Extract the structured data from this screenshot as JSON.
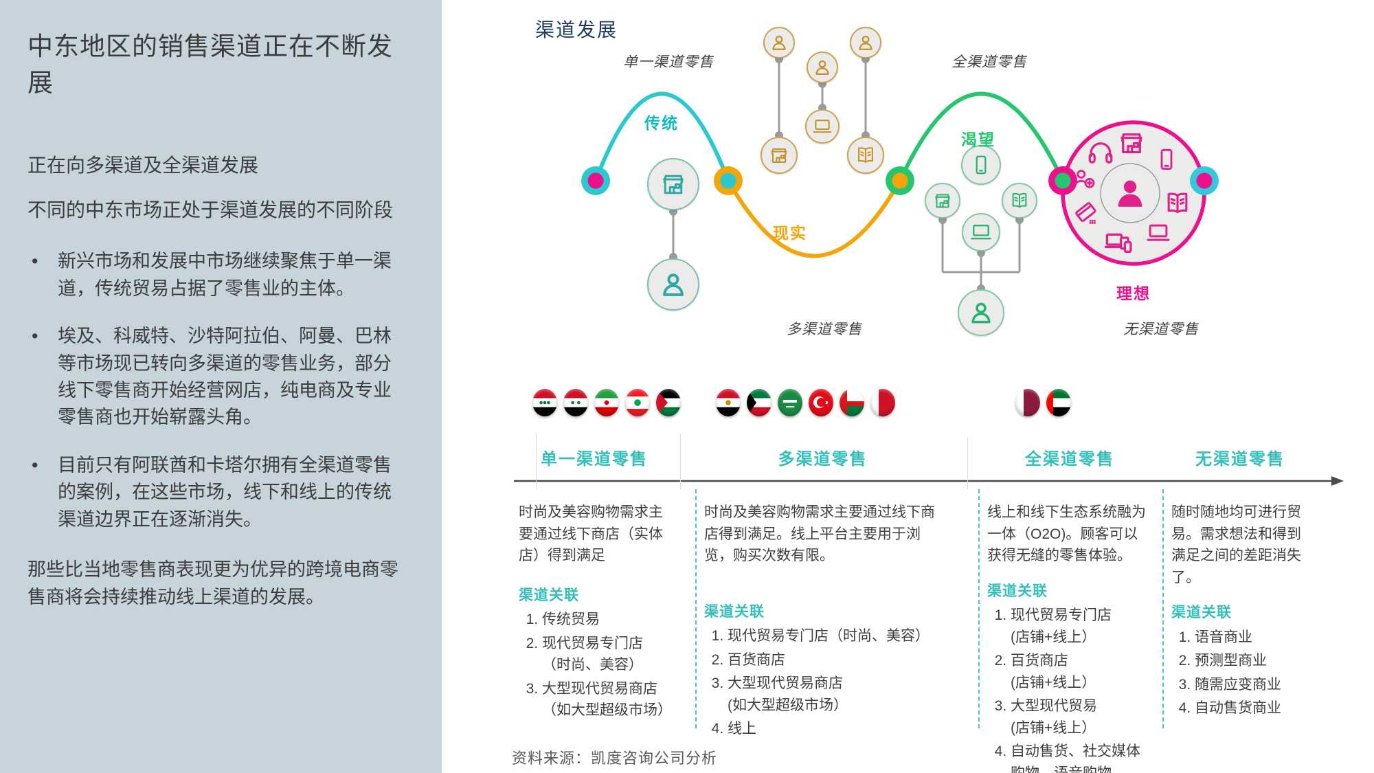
{
  "sidebar": {
    "title": "中东地区的销售渠道正在不断发展",
    "subtitle1": "正在向多渠道及全渠道发展",
    "subtitle2": "不同的中东市场正处于渠道发展的不同阶段",
    "bullets": [
      "新兴市场和发展中市场继续聚焦于单一渠道，传统贸易占据了零售业的主体。",
      "埃及、科威特、沙特阿拉伯、阿曼、巴林等市场现已转向多渠道的零售业务，部分线下零售商开始经营网店，纯电商及专业零售商也开始崭露头角。",
      "目前只有阿联酋和卡塔尔拥有全渠道零售的案例，在这些市场，线下和线上的传统渠道边界正在逐渐消失。"
    ],
    "closing": "那些比当地零售商表现更为优异的跨境电商零售商将会持续推动线上渠道的发展。"
  },
  "diagram": {
    "title": "渠道发展",
    "captions": {
      "single": "单一渠道零售",
      "omni": "全渠道零售",
      "multi": "多渠道零售",
      "nochannel": "无渠道零售"
    },
    "arc_labels": {
      "traditional": "传统",
      "reality": "现实",
      "aspiration": "渴望",
      "ideal": "理想"
    },
    "colors": {
      "teal": "#2bc9ce",
      "orange": "#f5a50a",
      "green": "#26c66f",
      "magenta": "#ec108d",
      "cyan": "#35c8dc",
      "gold": "#c8932c",
      "navy": "#1f3a5f",
      "header_teal": "#35bfbb"
    }
  },
  "flags": {
    "single_channel": [
      {
        "code": "iraq",
        "country": "Iraq"
      },
      {
        "code": "syria",
        "country": "Syria"
      },
      {
        "code": "iran",
        "country": "Iran"
      },
      {
        "code": "lebanon",
        "country": "Lebanon"
      },
      {
        "code": "jordan",
        "country": "Jordan"
      }
    ],
    "multi_channel": [
      {
        "code": "egypt",
        "country": "Egypt"
      },
      {
        "code": "kuwait",
        "country": "Kuwait"
      },
      {
        "code": "saudi",
        "country": "Saudi Arabia"
      },
      {
        "code": "turkey",
        "country": "Turkey"
      },
      {
        "code": "oman",
        "country": "Oman"
      },
      {
        "code": "bahrain",
        "country": "Bahrain"
      }
    ],
    "omni_channel": [
      {
        "code": "qatar",
        "country": "Qatar"
      },
      {
        "code": "uae",
        "country": "United Arab Emirates"
      }
    ]
  },
  "columns": [
    {
      "header": "单一渠道零售",
      "body": "时尚及美容购物需求主要通过线下商店（实体店）得到满足",
      "subhead": "渠道关联",
      "items": [
        "传统贸易",
        "现代贸易专门店\n（时尚、美容）",
        "大型现代贸易商店\n（如大型超级市场）"
      ]
    },
    {
      "header": "多渠道零售",
      "body": "时尚及美容购物需求主要通过线下商店得到满足。线上平台主要用于浏览，购买次数有限。",
      "subhead": "渠道关联",
      "items": [
        "现代贸易专门店（时尚、美容）",
        "百货商店",
        "大型现代贸易商店\n(如大型超级市场）",
        "线上"
      ]
    },
    {
      "header": "全渠道零售",
      "body": "线上和线下生态系统融为一体（O2O)。顾客可以获得无缝的零售体验。",
      "subhead": "渠道关联",
      "items": [
        "现代贸易专门店\n(店铺+线上）",
        "百货商店\n(店铺+线上）",
        "大型现代贸易\n(店铺+线上）",
        "自动售货、社交媒体购物、语音购物"
      ]
    },
    {
      "header": "无渠道零售",
      "body": "随时随地均可进行贸易。需求想法和得到满足之间的差距消失了。",
      "subhead": "渠道关联",
      "items": [
        "语音商业",
        "预测型商业",
        "随需应变商业",
        "自动售货商业"
      ]
    }
  ],
  "source": "资料来源：凯度咨询公司分析"
}
